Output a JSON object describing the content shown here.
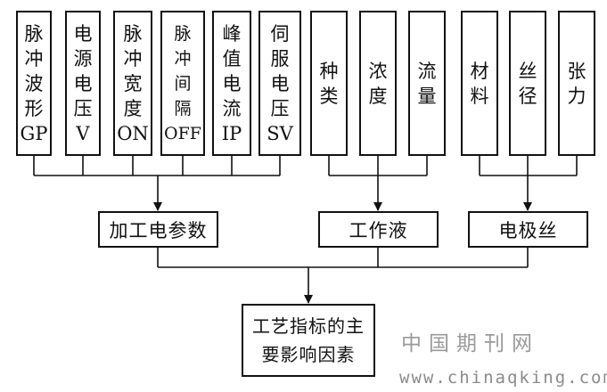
{
  "factors": [
    {
      "label": "脉\n冲\n波\n形\nGP"
    },
    {
      "label": "电\n源\n电\n压\nV"
    },
    {
      "label": "脉\n冲\n宽\n度\nON"
    },
    {
      "label": "脉\n冲\n间\n隔\nOFF"
    },
    {
      "label": "峰\n值\n电\n流\nIP"
    },
    {
      "label": "伺\n服\n电\n压\nSV"
    },
    {
      "label": "种\n类"
    },
    {
      "label": "浓\n度"
    },
    {
      "label": "流\n量"
    },
    {
      "label": "材\n料"
    },
    {
      "label": "丝\n径"
    },
    {
      "label": "张\n力"
    }
  ],
  "groups": [
    {
      "label": "加工电参数"
    },
    {
      "label": "工作液"
    },
    {
      "label": "电极丝"
    }
  ],
  "result": {
    "label": "工艺指标的主\n要影响因素"
  },
  "watermark": {
    "cn": "中国期刊网",
    "url": "www.chinaqking.com"
  }
}
